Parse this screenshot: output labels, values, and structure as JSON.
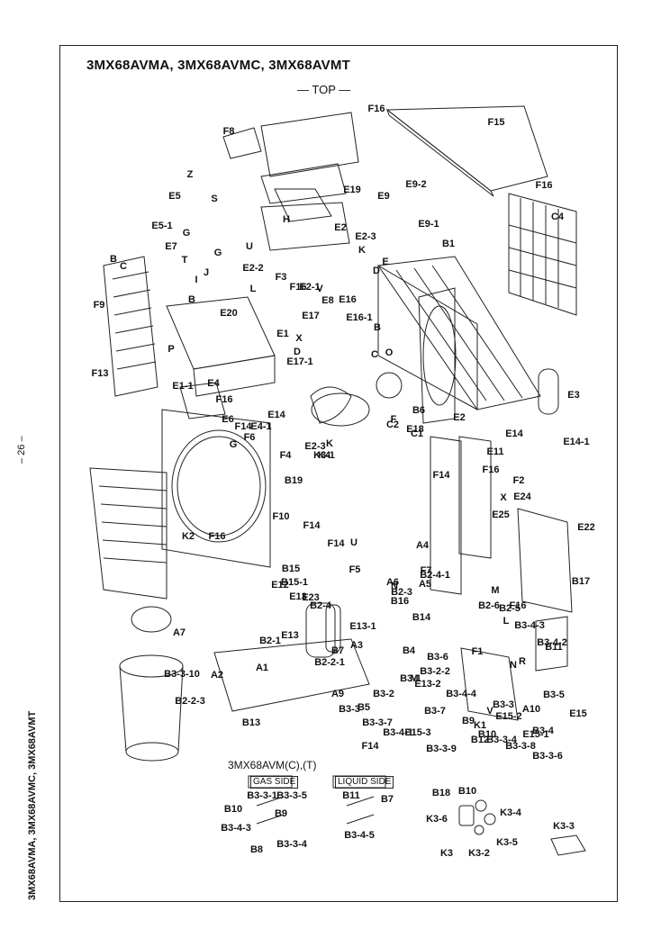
{
  "header": {
    "title": "3MX68AVMA, 3MX68AVMC, 3MX68AVMT",
    "view_label": "— TOP —"
  },
  "page_number": "– 26 –",
  "side_text": "3MX68AVMA, 3MX68AVMC, 3MX68AVMT",
  "subdiagram": {
    "title": "3MX68AVM(C),(T)",
    "gas_side": "GAS SIDE",
    "liquid_side": "LIQUID SIDE"
  },
  "parts": [
    "F16",
    "F15",
    "F8",
    "F16",
    "C4",
    "E19",
    "E9",
    "E9-2",
    "Z",
    "E5",
    "S",
    "E2",
    "E9-1",
    "G",
    "H",
    "E5-1",
    "E2-3",
    "B1",
    "E7",
    "U",
    "K",
    "E",
    "D",
    "T",
    "G",
    "E2-2",
    "I",
    "J",
    "B",
    "C",
    "F9",
    "F3",
    "F16",
    "E2-1",
    "V",
    "B",
    "L",
    "E8",
    "E16",
    "E16-1",
    "E20",
    "E17",
    "B",
    "E1",
    "X",
    "O",
    "D",
    "C",
    "P",
    "E17-1",
    "F13",
    "E1-1",
    "E4",
    "F16",
    "E3",
    "E6",
    "F",
    "B6",
    "E2",
    "E14",
    "F14",
    "F6",
    "E4-1",
    "G",
    "E2-3",
    "K",
    "F4",
    "C2",
    "C1",
    "E18",
    "E14",
    "E14-1",
    "E11",
    "F16",
    "B19",
    "F2",
    "X",
    "E24",
    "K2",
    "F14",
    "E25",
    "E22",
    "F16",
    "F10",
    "F14",
    "F14",
    "U",
    "A4",
    "B17",
    "B15",
    "B15-1",
    "F5",
    "F7",
    "E12",
    "E23",
    "B16",
    "B2-4-1",
    "A6",
    "A5",
    "E13",
    "B2-4",
    "B2-3",
    "N",
    "B14",
    "M",
    "E13-1",
    "B2-5",
    "F16",
    "B2-6",
    "L",
    "B2-1",
    "E13",
    "B7",
    "A3",
    "A1",
    "B2-2-1",
    "B3-4-3",
    "B11",
    "A7",
    "A2",
    "B4",
    "B3-6",
    "B3-1",
    "F1",
    "N",
    "R",
    "B3-4-2",
    "M",
    "E13-2",
    "B3-3-10",
    "B3-2-2",
    "B3-2",
    "B3-5",
    "A9",
    "B3-4-4",
    "B3-3",
    "B3-7",
    "B2-2-3",
    "B5",
    "V",
    "B3-3",
    "A10",
    "E15",
    "B3-4",
    "B13",
    "B3-3-7",
    "B9",
    "K1",
    "E15-1",
    "B3-4-1",
    "B10",
    "E15-2",
    "B12",
    "B3-3-4",
    "F14",
    "E15-3",
    "B3-3-8",
    "B3-3-9",
    "B3-3-6",
    "B3-3-1",
    "B3-3-5",
    "B11",
    "B7",
    "B10",
    "B9",
    "B3-4-3",
    "B3-3-4",
    "B8",
    "B3-4-5",
    "B18",
    "B10",
    "K3-6",
    "K3-4",
    "K3",
    "K3-2",
    "K3-5",
    "K3-3",
    "K3-1",
    "K4"
  ]
}
